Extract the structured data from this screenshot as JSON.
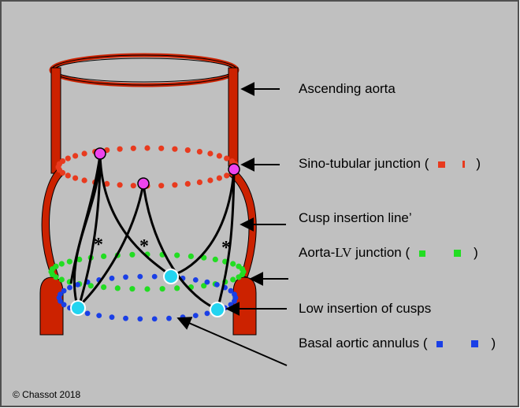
{
  "labels": {
    "ascending_aorta": "Ascending aorta",
    "sino_tubular": {
      "text": "Sino-tubular junction (",
      "close": ")"
    },
    "cusp_insertion": "Cusp insertion line’",
    "aorta_lv": {
      "text_a": "Aorta-",
      "text_lv": "LV",
      "text_b": " junction (",
      "close": ")"
    },
    "low_insertion": "Low insertion of cusps",
    "basal_annulus": {
      "text": "Basal aortic annulus (",
      "close": ")"
    }
  },
  "markers": {
    "star": "*"
  },
  "copyright": "© Chassot 2018",
  "colors": {
    "background": "#c0c0c0",
    "border": "#505050",
    "aorta_wall": "#cc2200",
    "sino_tubular_dots": "#e83a1e",
    "aorta_lv_dots": "#22dd22",
    "basal_annulus_dots": "#1a3fe6",
    "commissure": "#ee44ee",
    "low_insertion": "#22d4f0",
    "line": "#000000"
  }
}
